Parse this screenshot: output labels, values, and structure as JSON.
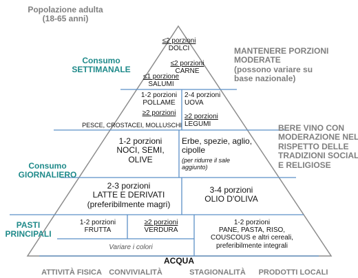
{
  "header": {
    "population_line1": "Popolazione adulta",
    "population_line2": "(18-65 anni)"
  },
  "side_labels": {
    "weekly_line1": "Consumo",
    "weekly_line2": "SETTIMANALE",
    "daily_line1": "Consumo",
    "daily_line2": "GIORNALIERO",
    "meals_line1": "PASTI",
    "meals_line2": "PRINCIPALI"
  },
  "right_notes": {
    "portions_line1": "MANTENERE PORZIONI",
    "portions_line2": "MODERATE",
    "portions_line3": "(possono variare su",
    "portions_line4": "base nazionale)",
    "wine_line1": "BERE VINO CON",
    "wine_line2": "MODERAZIONE NEL",
    "wine_line3": "RISPETTO DELLE",
    "wine_line4": "TRADIZIONI SOCIALI",
    "wine_line5": "E RELIGIOSE"
  },
  "pyramid": {
    "dolci_qty": "≤2 porzioni",
    "dolci_name": "DOLCI",
    "carne_qty": "≤2 porzioni",
    "carne_name": "CARNE",
    "salumi_qty": "≤1 porzione",
    "salumi_name": "SALUMI",
    "pollame_qty": "1-2 porzioni",
    "pollame_name": "POLLAME",
    "uova_qty": "2-4 porzioni",
    "uova_name": "UOVA",
    "pesce_qty": "≥2 porzioni",
    "pesce_name": "PESCE, CROSTACEI, MOLLUSCHI",
    "legumi_qty": "≥2 porzioni",
    "legumi_name": "LEGUMI",
    "noci_qty": "1-2 porzioni",
    "noci_name1": "NOCI, SEMI,",
    "noci_name2": "OLIVE",
    "erbe_line1": "Erbe, spezie, aglio,",
    "erbe_line2": "cipolle",
    "erbe_note1": "(per ridurre il sale",
    "erbe_note2": "aggiunto)",
    "latte_qty": "2-3 porzioni",
    "latte_name": "LATTE E DERIVATI",
    "latte_note": "(preferibilmente magri)",
    "olio_qty": "3-4 porzioni",
    "olio_name": "OLIO D'OLIVA",
    "frutta_qty": "1-2 porzioni",
    "frutta_name": "FRUTTA",
    "verdura_qty": "≥2 porzioni",
    "verdura_name": "VERDURA",
    "cereali_qty": "1-2 porzioni",
    "cereali_line1": "PANE, PASTA, RISO,",
    "cereali_line2": "COUSCOUS e altri cereali,",
    "cereali_line3": "preferibilmente integrali",
    "variare": "Variare i colori",
    "acqua": "ACQUA"
  },
  "footer": {
    "item1": "ATTIVITÀ FISICA",
    "item2": "CONVIVIALITÀ",
    "item3": "STAGIONALITÀ",
    "item4": "PRODOTTI LOCALI"
  },
  "colors": {
    "outline": "#8c8c8c",
    "divider": "#5b8fc7",
    "teal": "#1f8a8a",
    "gray_text": "#7f7f7f"
  }
}
